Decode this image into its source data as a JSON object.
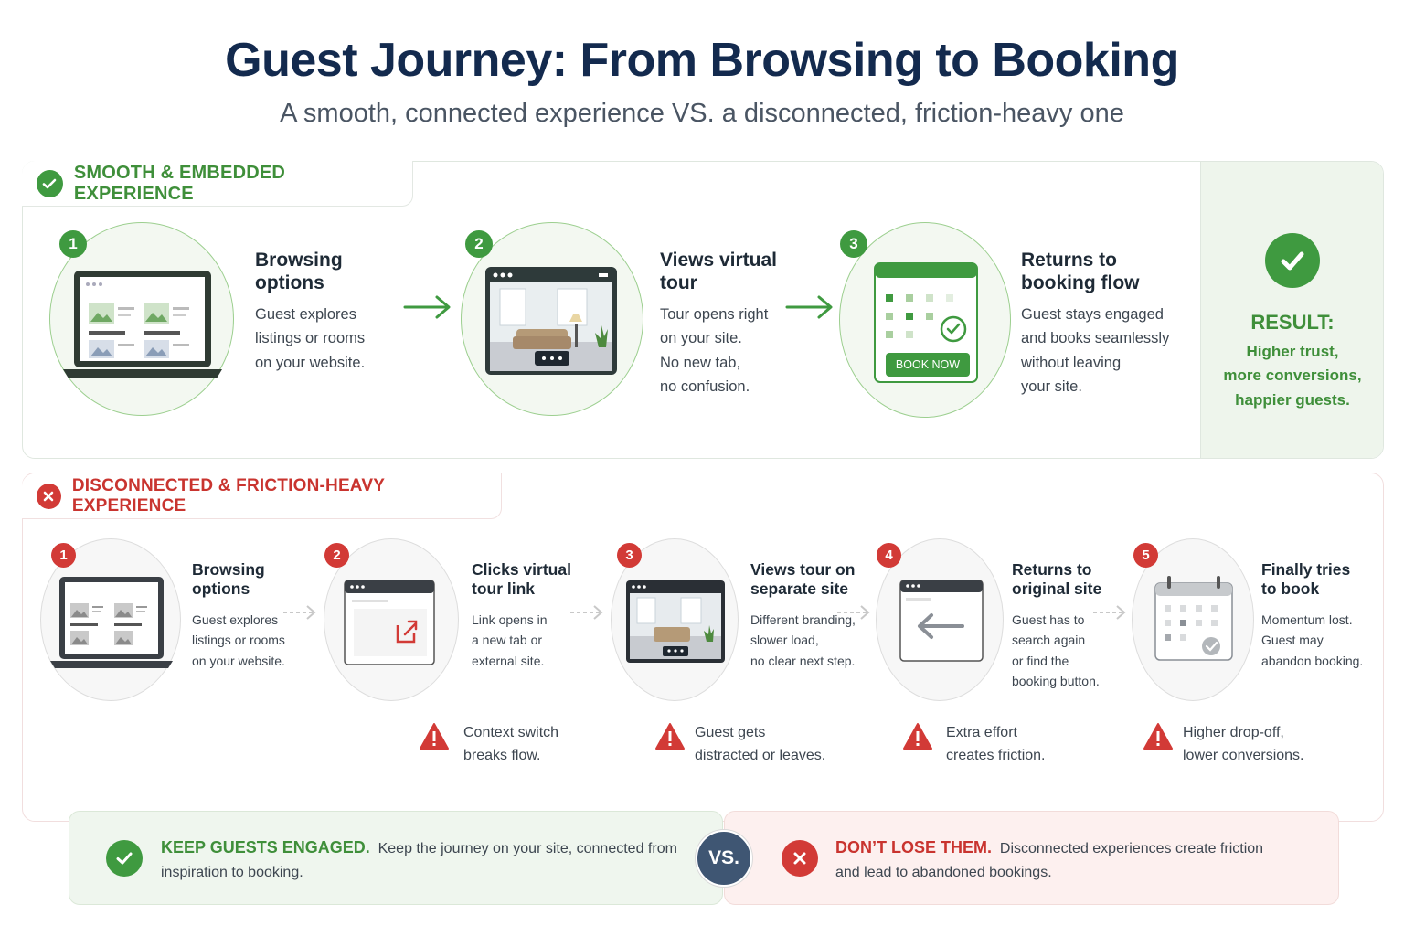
{
  "title": "Guest Journey: From Browsing to Booking",
  "subtitle": "A smooth, connected experience VS. a disconnected, friction-heavy one",
  "smooth": {
    "heading": "SMOOTH & EMBEDDED EXPERIENCE",
    "steps": [
      {
        "num": "1",
        "title_l1": "Browsing",
        "title_l2": "options",
        "desc": [
          "Guest explores",
          "listings or rooms",
          "on your website."
        ]
      },
      {
        "num": "2",
        "title_l1": "Views virtual",
        "title_l2": "tour",
        "desc": [
          "Tour opens right",
          "on your site.",
          "No new tab,",
          "no confusion."
        ]
      },
      {
        "num": "3",
        "title_l1": "Returns to",
        "title_l2": "booking flow",
        "desc": [
          "Guest stays engaged",
          "and books seamlessly",
          "without leaving",
          "your site."
        ],
        "button": "BOOK NOW"
      }
    ],
    "result": {
      "label": "RESULT:",
      "lines": [
        "Higher trust,",
        "more conversions,",
        "happier guests."
      ]
    }
  },
  "friction": {
    "heading": "DISCONNECTED & FRICTION-HEAVY EXPERIENCE",
    "steps": [
      {
        "num": "1",
        "title_l1": "Browsing",
        "title_l2": "options",
        "desc": [
          "Guest explores",
          "listings or rooms",
          "on your website."
        ]
      },
      {
        "num": "2",
        "title_l1": "Clicks virtual",
        "title_l2": "tour link",
        "desc": [
          "Link opens in",
          "a new tab or",
          "external site."
        ]
      },
      {
        "num": "3",
        "title_l1": "Views tour on",
        "title_l2": "separate site",
        "desc": [
          "Different branding,",
          "slower load,",
          "no clear next step."
        ]
      },
      {
        "num": "4",
        "title_l1": "Returns to",
        "title_l2": "original site",
        "desc": [
          "Guest has to",
          "search again",
          "or find the",
          "booking button."
        ]
      },
      {
        "num": "5",
        "title_l1": "Finally tries",
        "title_l2": "to book",
        "desc": [
          "Momentum lost.",
          "Guest may",
          "abandon booking."
        ]
      }
    ],
    "warnings": [
      {
        "l1": "Context switch",
        "l2": "breaks flow."
      },
      {
        "l1": "Guest gets",
        "l2": "distracted or leaves."
      },
      {
        "l1": "Extra effort",
        "l2": "creates friction."
      },
      {
        "l1": "Higher drop-off,",
        "l2": "lower conversions."
      }
    ]
  },
  "bottom": {
    "keep_strong": "KEEP GUESTS ENGAGED.",
    "keep_text_l1": "Keep the journey on your site, connected from",
    "keep_text_l2": "inspiration to booking.",
    "vs": "VS.",
    "lose_strong": "DON’T LOSE THEM.",
    "lose_text_l1": "Disconnected experiences create friction",
    "lose_text_l2": "and lead to abandoned bookings."
  },
  "colors": {
    "green": "#3f9a40",
    "red": "#d23a36",
    "navy": "#132a4e"
  }
}
